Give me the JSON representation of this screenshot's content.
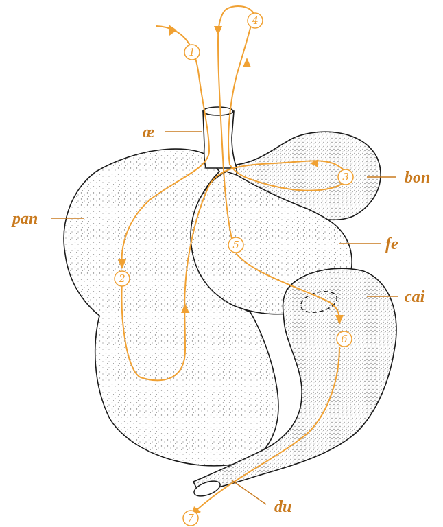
{
  "labels": {
    "oesophagus": "œ",
    "bonnet": "bon",
    "panse": "pan",
    "feuillet": "fe",
    "caillette": "cai",
    "duodenum": "du"
  },
  "steps": [
    "1",
    "2",
    "3",
    "4",
    "5",
    "6",
    "7"
  ],
  "colors": {
    "flow": "#f0a133",
    "label": "#c97a1e",
    "outline": "#1a1a1a"
  }
}
